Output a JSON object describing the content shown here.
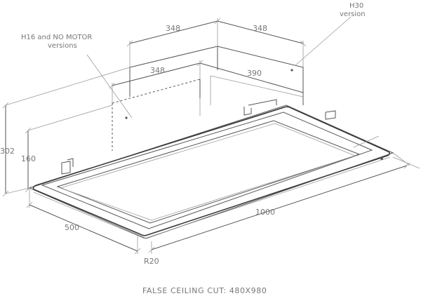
{
  "labels": {
    "h30_line1": "H30",
    "h30_line2": "version",
    "h16_line1": "H16 and NO MOTOR",
    "h16_line2": "versions",
    "dim_top_left": "348",
    "dim_top_right": "348",
    "dim_mid_left": "348",
    "dim_mid_right": "390",
    "dim_height_total": "302",
    "dim_height_body": "160",
    "dim_width": "500",
    "dim_length": "1000",
    "dim_radius": "R20",
    "caption": "FALSE CEILING CUT: 480X980"
  },
  "colors": {
    "line": "#555555",
    "text": "#777777",
    "background": "#ffffff"
  }
}
